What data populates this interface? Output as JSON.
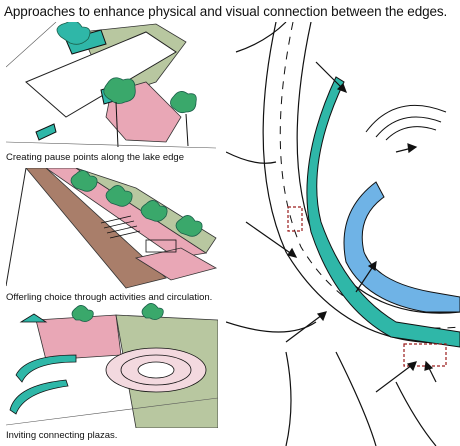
{
  "title": "Approaches to enhance physical and visual connection between the edges.",
  "captions": {
    "pause_points": "Creating  pause points along the lake edge",
    "choice": "Offerling choice through activities and circulation.",
    "plazas": "Inviting connecting plazas."
  },
  "colors": {
    "teal": "#2fb7a8",
    "green": "#7bb36a",
    "sage": "#b8c7a0",
    "pink": "#e9a7b6",
    "brown": "#a97e6a",
    "water": "#6fb3e6",
    "red_dash": "#9a1c1c",
    "ink": "#111111"
  }
}
